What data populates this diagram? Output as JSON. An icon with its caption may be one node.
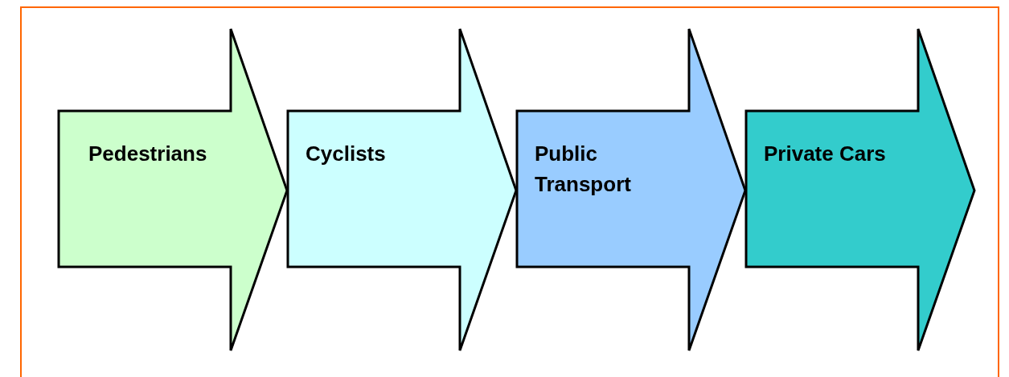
{
  "diagram": {
    "nodes": [
      {
        "text": [
          "Pedestrians"
        ]
      },
      {
        "text": [
          "Cyclists"
        ]
      },
      {
        "text": [
          "Public Transport"
        ]
      },
      {
        "text": [
          "Private Cars"
        ]
      }
    ]
  }
}
